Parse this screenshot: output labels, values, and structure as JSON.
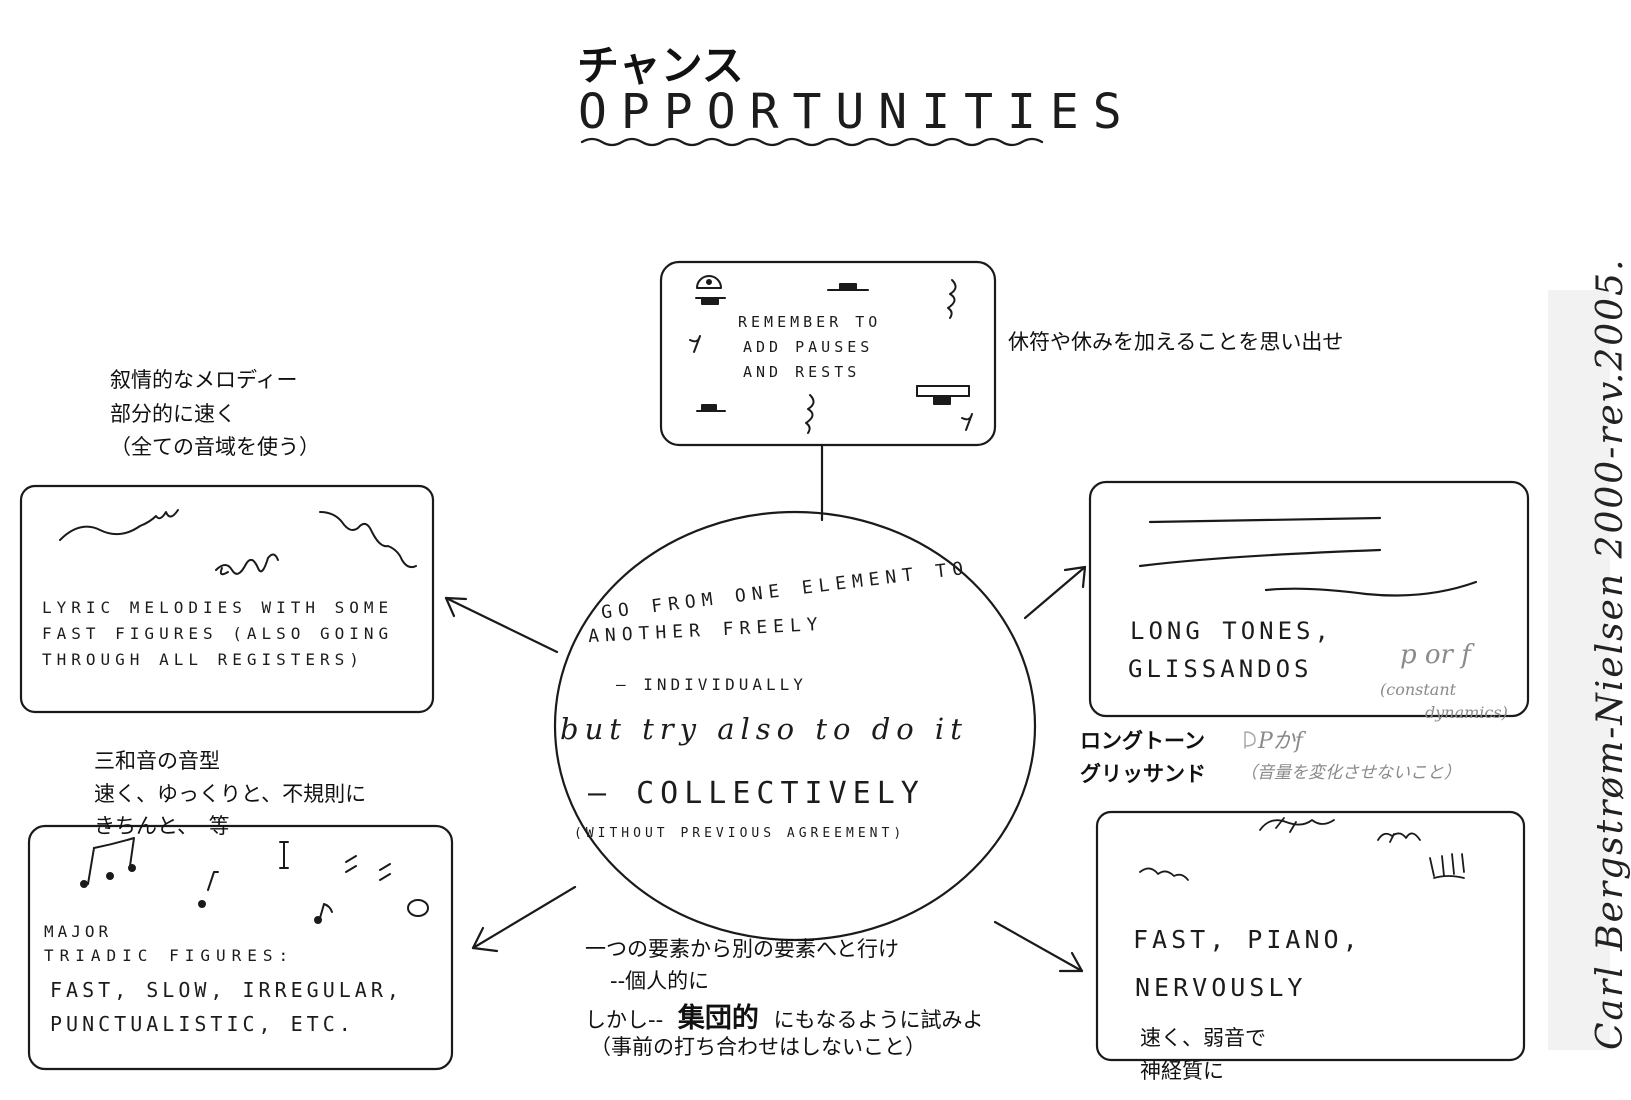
{
  "title": {
    "jp": "チャンス",
    "en": "OPPORTUNITIES"
  },
  "center": {
    "line1": "GO FROM ONE ELEMENT TO",
    "line2": "ANOTHER FREELY",
    "line3": "— INDIVIDUALLY",
    "line4": "but try also to do it",
    "line5": "— COLLECTIVELY",
    "line6": "(WITHOUT PREVIOUS AGREEMENT)",
    "jp_line1": "一つの要素から別の要素へと行け",
    "jp_line2": "--個人的に",
    "jp_line3a": "しかし--",
    "jp_line3b": "集団的",
    "jp_line3c": "にもなるように試みよ",
    "jp_line4": "（事前の打ち合わせはしないこと）"
  },
  "top_box": {
    "line1": "REMEMBER TO",
    "line2": "ADD PAUSES",
    "line3": "AND RESTS",
    "jp": "休符や休みを加えることを思い出せ"
  },
  "left_top_box": {
    "line1": "LYRIC MELODIES WITH SOME",
    "line2": "FAST FIGURES (ALSO GOING",
    "line3": "THROUGH ALL REGISTERS)",
    "jp_line1": "叙情的なメロディー",
    "jp_line2": "部分的に速く",
    "jp_line3": "（全ての音域を使う）"
  },
  "left_bottom_box": {
    "line1": "MAJOR",
    "line2": "TRIADIC FIGURES:",
    "line3": "FAST, SLOW, IRREGULAR,",
    "line4": "PUNCTUALISTIC, ETC.",
    "jp_line1": "三和音の音型",
    "jp_line2": "速く、ゆっくりと、不規則に",
    "jp_line3": "きちんと、　等"
  },
  "right_top_box": {
    "line1": "LONG TONES,",
    "line2": "GLISSANDOS",
    "note1": "p or f",
    "note2": "(constant",
    "note3": "dynamics)",
    "jp_line1": "ロングトーン",
    "jp_line2": "グリッサンド",
    "jp_note1": "Pかf",
    "jp_note2": "（音量を変化させないこと）"
  },
  "right_bottom_box": {
    "line1": "FAST, PIANO,",
    "line2": "NERVOUSLY",
    "jp_line1": "速く、弱音で",
    "jp_line2": "神経質に"
  },
  "signature": "Carl Bergstrøm-Nielsen 2000-rev.2005."
}
